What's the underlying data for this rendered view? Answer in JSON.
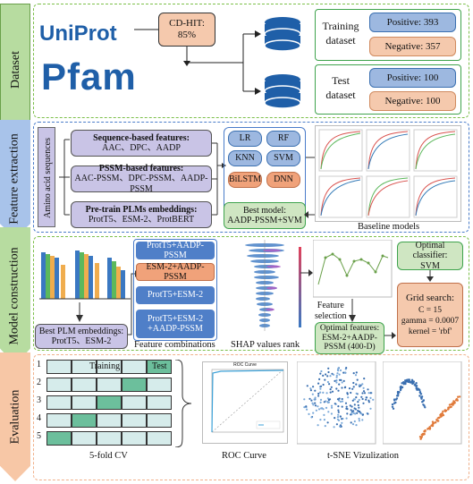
{
  "stages": {
    "dataset": "Dataset",
    "feature_extraction": "Feature extraction",
    "model_construction": "Model construction",
    "evaluation": "Evaluation"
  },
  "dataset": {
    "logo_top": "UniProt",
    "logo_bottom": "Pfam",
    "cdhit": "CD-HIT:\n85%",
    "training": {
      "label": "Training\ndataset",
      "positive": "Positive: 393",
      "negative": "Negative: 357"
    },
    "test": {
      "label": "Test\ndataset",
      "positive": "Positive: 100",
      "negative": "Negative: 100"
    }
  },
  "features": {
    "side_label": "Amino acid sequences",
    "sequence": {
      "title": "Sequence-based features:",
      "items": "AAC、DPC、AADP"
    },
    "pssm": {
      "title": "PSSM-based features:",
      "items": "AAC-PSSM、DPC-PSSM、AADP-PSSM"
    },
    "plm": {
      "title": "Pre-train PLMs embeddings:",
      "items": "ProtT5、ESM-2、ProtBERT"
    },
    "models": [
      "LR",
      "RF",
      "KNN",
      "SVM",
      "BiLSTM",
      "DNN"
    ],
    "best_model": "Best model:\nAADP-PSSM+SVM",
    "baseline_caption": "Baseline models"
  },
  "construction": {
    "best_plm": "Best PLM embeddings:\nProtT5、ESM-2",
    "combos": [
      "ProtT5+AADP-PSSM",
      "ESM-2+AADP-PSSM",
      "ProtT5+ESM-2",
      "ProtT5+ESM-2\n+AADP-PSSM"
    ],
    "combo_caption": "Feature combinations",
    "shap_caption": "SHAP values rank",
    "feature_selection": "Feature\nselection",
    "optimal_features": "Optimal features:\nESM-2+AADP-\nPSSM (400-D)",
    "optimal_classifier": "Optimal classifier:\nSVM",
    "grid": {
      "title": "Grid search:",
      "c": "C = 15",
      "gamma": "gamma = 0.0007",
      "kernel": "kernel = 'rbf'"
    }
  },
  "evaluation": {
    "rows": [
      "1",
      "2",
      "3",
      "4",
      "5"
    ],
    "training": "Training",
    "test": "Test",
    "cv_caption": "5-fold CV",
    "roc_caption": "ROC Curve",
    "tsne_caption": "t-SNE Vizulization",
    "roc_title": "ROC Curve"
  },
  "colors": {
    "dataset_border": "#7cbf4a",
    "feature_border": "#4a7cc9",
    "construction_border": "#7cbf4a",
    "evaluation_border": "#f0b08a",
    "purple_box": "#c9c4e6",
    "orange_box": "#f5c9ad",
    "blue_box": "#9db8e0",
    "green_box": "#cfe6c2",
    "teal_cell": "#6cbf9c",
    "light_cell": "#d6eceb"
  }
}
